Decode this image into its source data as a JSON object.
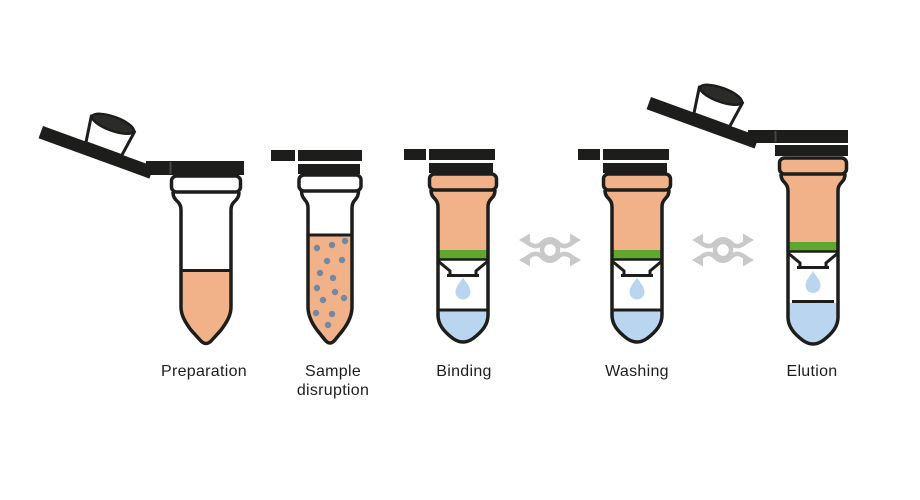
{
  "background": "#ffffff",
  "colors": {
    "background": "#ffffff",
    "outline": "#1d1d1b",
    "lid": "#1d1d1b",
    "lid_seam": "#454543",
    "knob_top": "#2b2b29",
    "sample": "#f2b289",
    "membrane": "#5fa72f",
    "liquid_blue": "#b9d5ef",
    "particles": "#7389a2",
    "arrow": "#c9c9c9",
    "label_text": "#1d1d1b"
  },
  "steps": [
    {
      "label": "Preparation",
      "tube": "microtube",
      "lid": "open",
      "contents": [
        "sample-liquid"
      ]
    },
    {
      "label": "Sample disruption",
      "tube": "microtube",
      "lid": "closed",
      "contents": [
        "sample-liquid",
        "particles"
      ]
    },
    {
      "label": "Binding",
      "tube": "spin-column",
      "lid": "closed",
      "contents": [
        "lysate",
        "membrane",
        "flow-through-drop",
        "collected-liquid"
      ]
    },
    {
      "label": "Washing",
      "tube": "spin-column",
      "lid": "closed",
      "contents": [
        "wash-liquid",
        "membrane",
        "flow-through-drop",
        "collected-liquid"
      ]
    },
    {
      "label": "Elution",
      "tube": "spin-column",
      "lid": "open",
      "contents": [
        "eluate",
        "membrane",
        "flow-through-drop",
        "collected-liquid"
      ]
    }
  ],
  "connectors": [
    {
      "icon": "vortex-arrows",
      "between": [
        "Binding",
        "Washing"
      ]
    },
    {
      "icon": "vortex-arrows",
      "between": [
        "Washing",
        "Elution"
      ]
    }
  ]
}
